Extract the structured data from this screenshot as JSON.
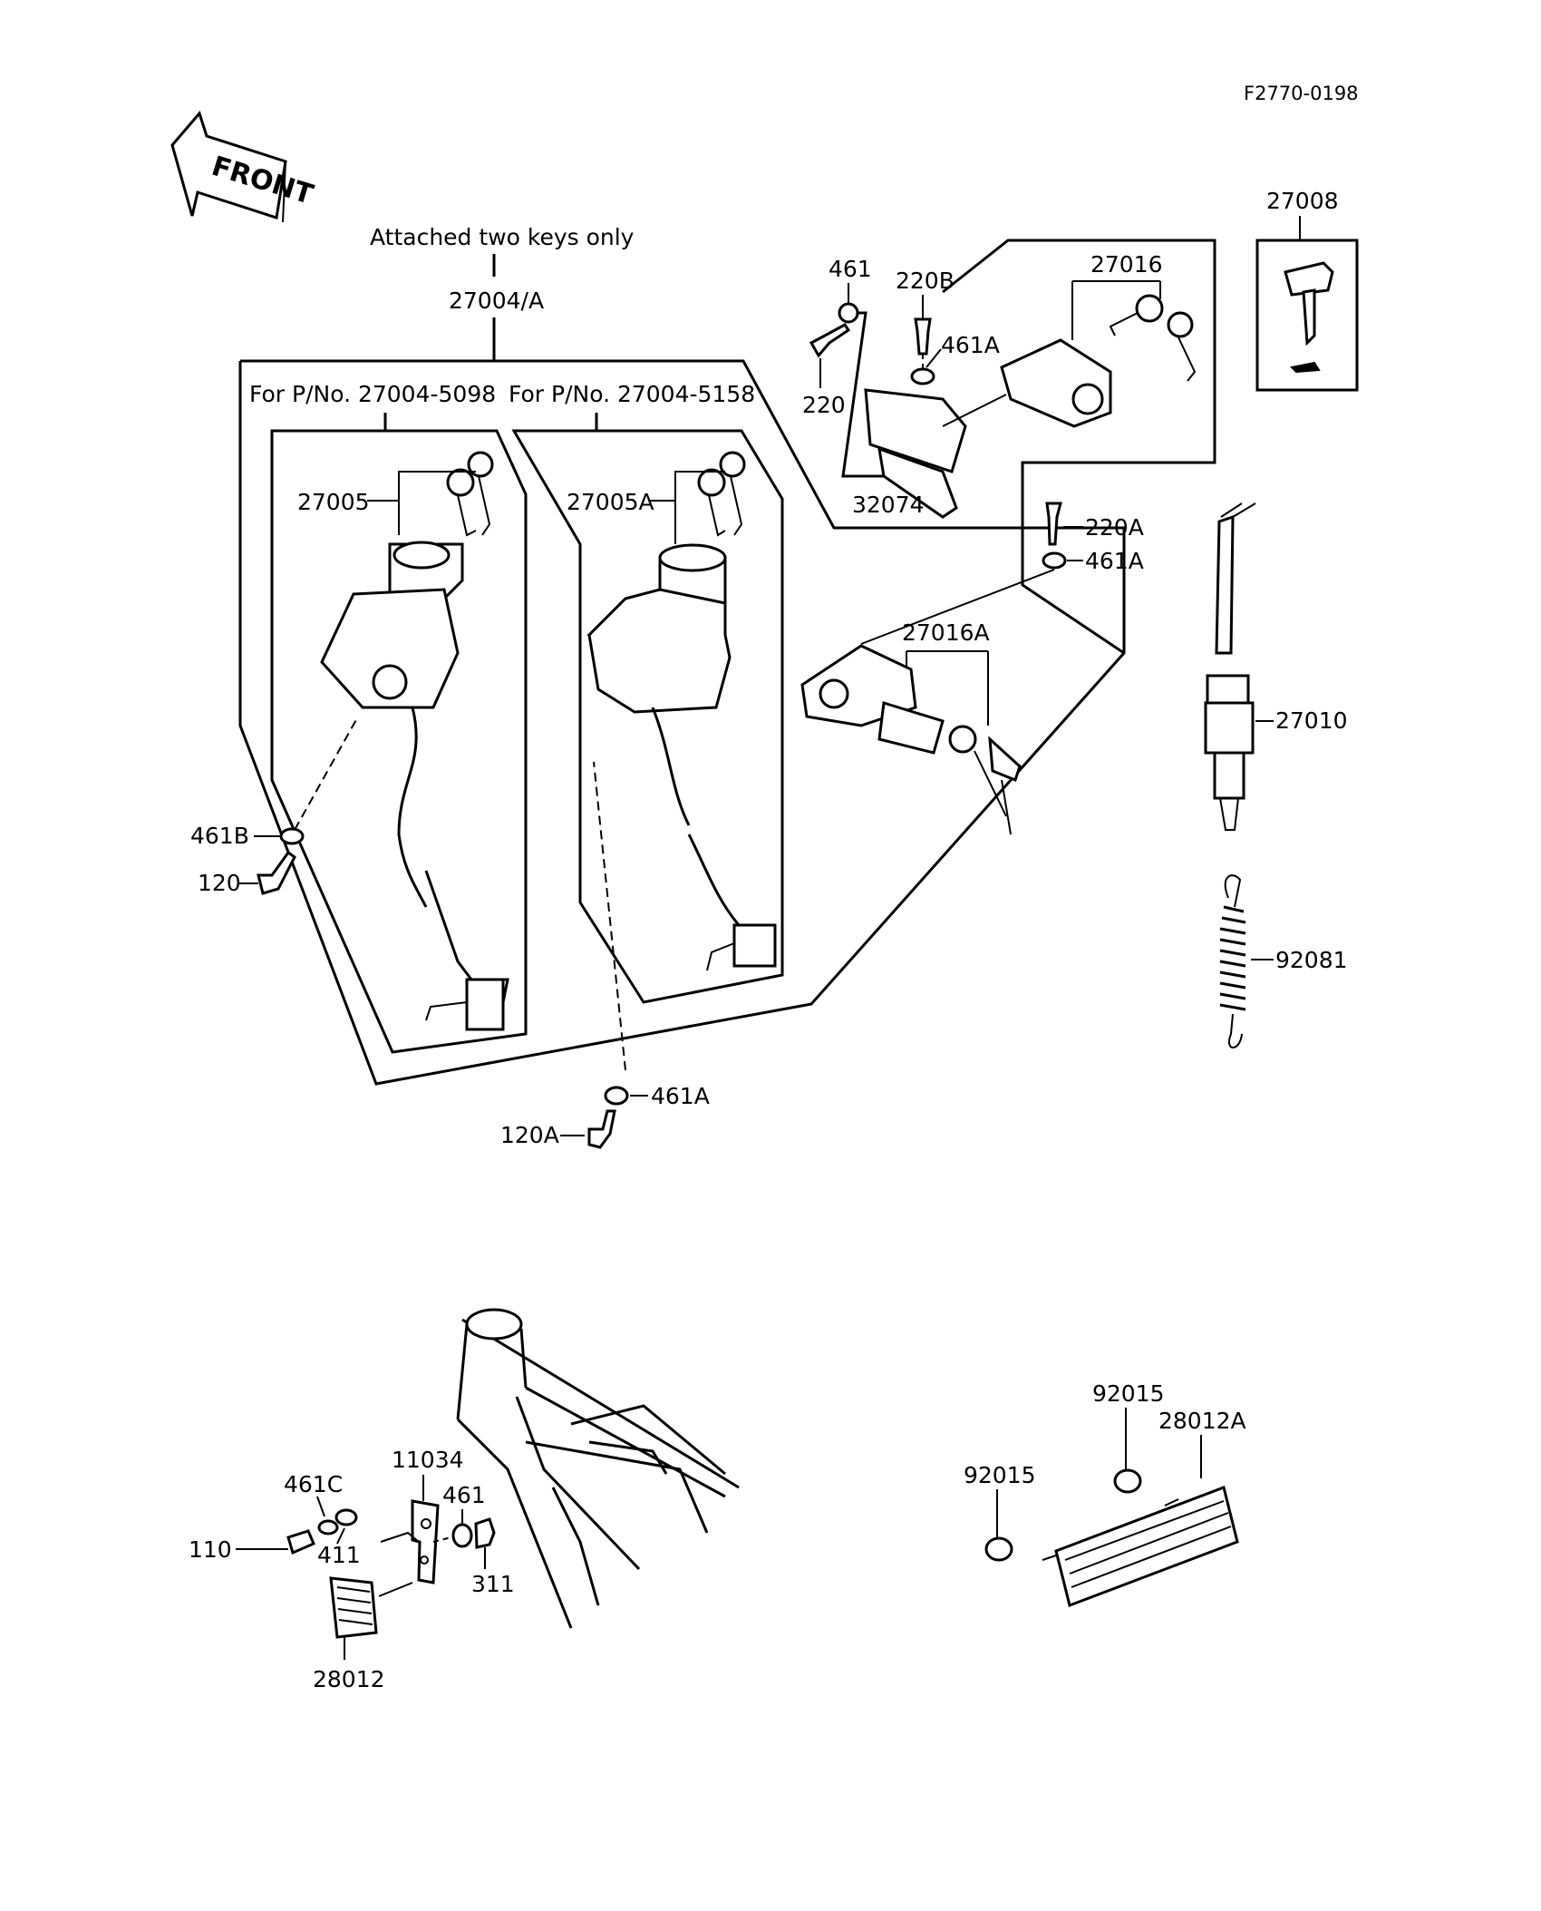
{
  "diagram_code": "F2770-0198",
  "front_label": "FRONT",
  "attached_note": "Attached two keys only",
  "labels": {
    "p27004A": "27004/A",
    "for5098": "For P/No. 27004-5098",
    "for5158": "For P/No. 27004-5158",
    "p27005": "27005",
    "p27005A": "27005A",
    "p461B": "461B",
    "p120": "120",
    "p461A_bottom": "461A",
    "p120A": "120A",
    "p461_top": "461",
    "p220": "220",
    "p220B": "220B",
    "p461A_top": "461A",
    "p32074": "32074",
    "p27016": "27016",
    "p27008": "27008",
    "p220A": "220A",
    "p461A_mid": "461A",
    "p27016A": "27016A",
    "p27010": "27010",
    "p92081": "92081",
    "p461C": "461C",
    "p11034": "11034",
    "p461_bottom": "461",
    "p110": "110",
    "p411": "411",
    "p311": "311",
    "p28012": "28012",
    "p92015_a": "92015",
    "p28012A": "28012A",
    "p92015_b": "92015"
  }
}
